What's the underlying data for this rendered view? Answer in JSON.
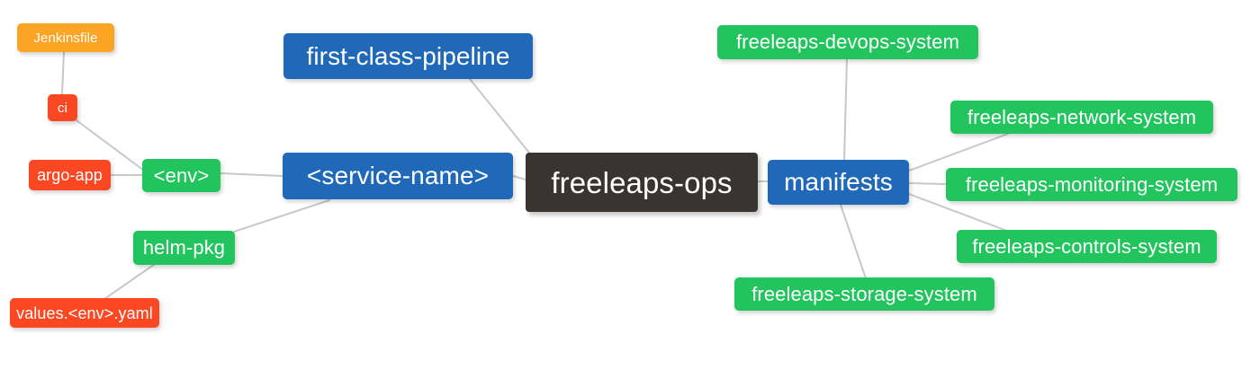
{
  "diagram": {
    "type": "mindmap",
    "title": "freeleaps-ops",
    "background": "#ffffff",
    "edge_color": "#c8c8c8",
    "palette": {
      "root": "#393432",
      "blue": "#2069b8",
      "green": "#22c45d",
      "orange": "#fca424",
      "red": "#fb4722",
      "text": "#ffffff"
    }
  },
  "nodes": {
    "root": "freeleaps-ops",
    "service_name": "<service-name>",
    "first_class_pipeline": "first-class-pipeline",
    "env": "<env>",
    "ci": "ci",
    "jenkinsfile": "Jenkinsfile",
    "argo_app": "argo-app",
    "helm_pkg": "helm-pkg",
    "values_yaml": "values.<env>.yaml",
    "manifests": "manifests",
    "devops_system": "freeleaps-devops-system",
    "network_system": "freeleaps-network-system",
    "monitoring_system": "freeleaps-monitoring-system",
    "controls_system": "freeleaps-controls-system",
    "storage_system": "freeleaps-storage-system"
  },
  "edges": [
    {
      "from": "root",
      "to": "service_name"
    },
    {
      "from": "service_name",
      "to": "first_class_pipeline"
    },
    {
      "from": "service_name",
      "to": "env"
    },
    {
      "from": "service_name",
      "to": "helm_pkg"
    },
    {
      "from": "env",
      "to": "ci"
    },
    {
      "from": "env",
      "to": "argo_app"
    },
    {
      "from": "ci",
      "to": "jenkinsfile"
    },
    {
      "from": "helm_pkg",
      "to": "values_yaml"
    },
    {
      "from": "root",
      "to": "manifests"
    },
    {
      "from": "manifests",
      "to": "devops_system"
    },
    {
      "from": "manifests",
      "to": "network_system"
    },
    {
      "from": "manifests",
      "to": "monitoring_system"
    },
    {
      "from": "manifests",
      "to": "controls_system"
    },
    {
      "from": "manifests",
      "to": "storage_system"
    }
  ]
}
